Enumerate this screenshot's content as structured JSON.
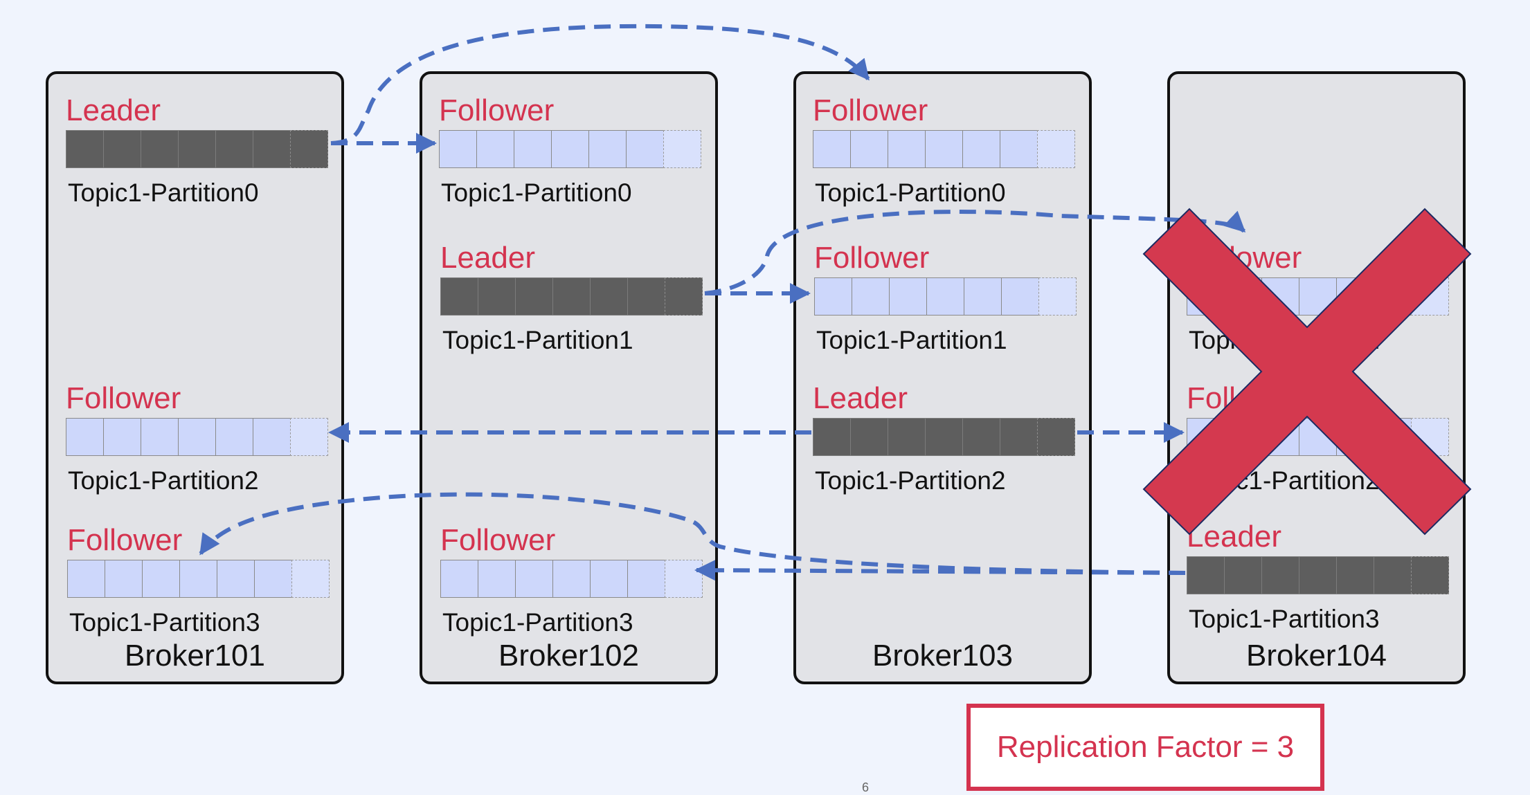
{
  "colors": {
    "background": "#f0f4fd",
    "role_text": "#d4334f",
    "leader_log": "#5e5e5e",
    "follower_log": "#cdd7fb",
    "arrow": "#4a6fc1",
    "failed_cross": "#d4394f"
  },
  "brokers": [
    {
      "name": "Broker101",
      "replicas": [
        {
          "role": "Leader",
          "partition": "Topic1-Partition0"
        },
        {
          "role": "Follower",
          "partition": "Topic1-Partition2"
        },
        {
          "role": "Follower",
          "partition": "Topic1-Partition3"
        }
      ]
    },
    {
      "name": "Broker102",
      "replicas": [
        {
          "role": "Follower",
          "partition": "Topic1-Partition0"
        },
        {
          "role": "Leader",
          "partition": "Topic1-Partition1"
        },
        {
          "role": "Follower",
          "partition": "Topic1-Partition3"
        }
      ]
    },
    {
      "name": "Broker103",
      "replicas": [
        {
          "role": "Follower",
          "partition": "Topic1-Partition0"
        },
        {
          "role": "Follower",
          "partition": "Topic1-Partition1"
        },
        {
          "role": "Leader",
          "partition": "Topic1-Partition2"
        }
      ]
    },
    {
      "name": "Broker104",
      "failed": true,
      "replicas": [
        {
          "role": "Follower",
          "partition": "Topic1-Partition1"
        },
        {
          "role": "Follower",
          "partition": "Topic1-Partition2"
        },
        {
          "role": "Leader",
          "partition": "Topic1-Partition3"
        }
      ]
    }
  ],
  "replication_label": "Replication Factor = 3",
  "page_number": "6"
}
